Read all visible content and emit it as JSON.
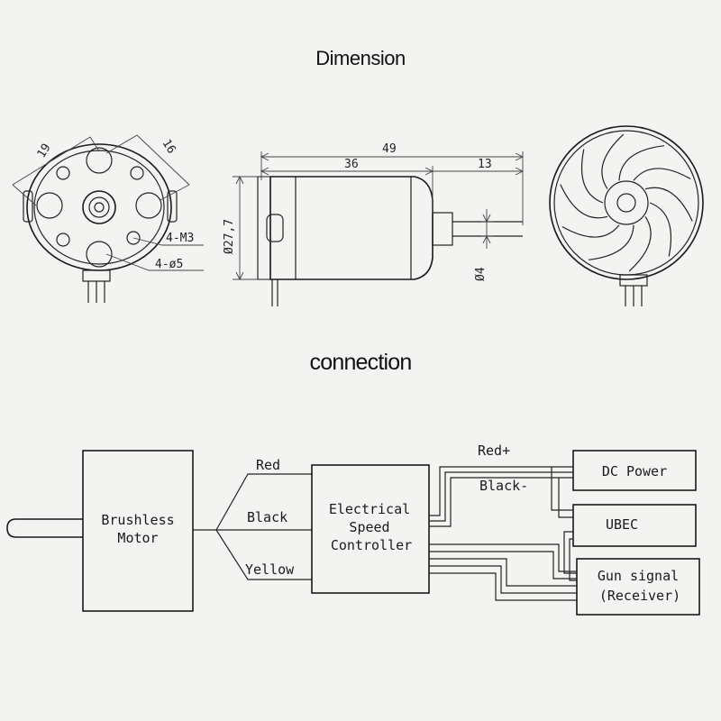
{
  "titles": {
    "dimension": "Dimension",
    "connection": "connection"
  },
  "dimensions": {
    "front_view": {
      "dim_left": "19",
      "dim_right": "16",
      "callout_mount": "4-M3",
      "callout_holes": "4-ø5"
    },
    "side_view": {
      "total_length": "49",
      "body_length": "36",
      "shaft_length": "13",
      "body_diameter": "Ø27,7",
      "shaft_diameter": "Ø4"
    }
  },
  "connection": {
    "motor_box": [
      "Brushless",
      "Motor"
    ],
    "esc_box": [
      "Electrical",
      "Speed",
      "Controller"
    ],
    "motor_wires": [
      "Red",
      "Black",
      "Yellow"
    ],
    "power_wires": [
      "Red+",
      "Black-"
    ],
    "power_box": "DC Power",
    "ubec_box": "UBEC",
    "receiver_box": [
      "Gun signal",
      "(Receiver)"
    ]
  }
}
